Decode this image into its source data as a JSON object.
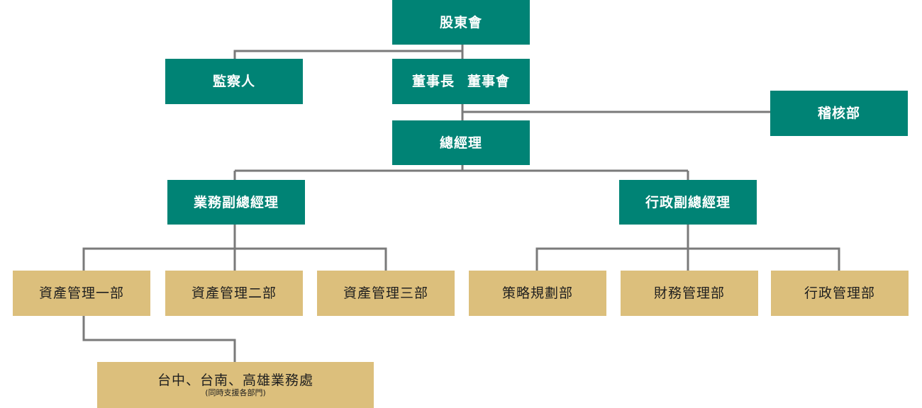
{
  "nodes": {
    "shareholders": "股東會",
    "supervisor": "監察人",
    "chairman": "董事長",
    "board": "董事會",
    "audit": "稽核部",
    "general_manager": "總經理",
    "business_vp": "業務副總經理",
    "admin_vp": "行政副總經理",
    "asset_mgmt_1": "資產管理一部",
    "asset_mgmt_2": "資產管理二部",
    "asset_mgmt_3": "資產管理三部",
    "strategy": "策略規劃部",
    "finance": "財務管理部",
    "admin_mgmt": "行政管理部",
    "branches": "台中、台南、高雄業務處",
    "branches_note": "(同時支援各部門)"
  },
  "colors": {
    "executive_box": "#008375",
    "department_box": "#dcbf7c",
    "connector_line": "#7a7a7a"
  }
}
